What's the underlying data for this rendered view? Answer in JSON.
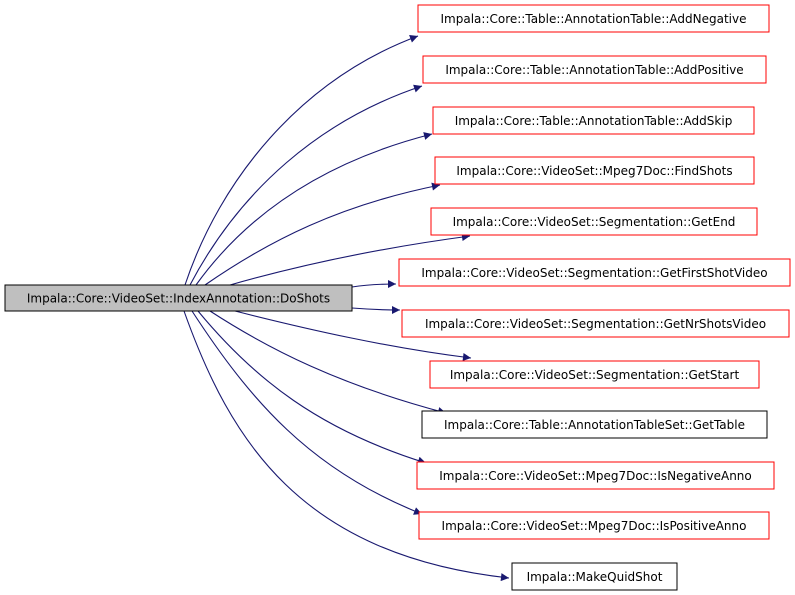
{
  "diagram": {
    "edge_color": "#191970",
    "root": {
      "label": "Impala::Core::VideoSet::IndexAnnotation::DoShots",
      "fill": "#bfbfbf",
      "border": "#000000"
    },
    "callees": [
      {
        "label": "Impala::Core::Table::AnnotationTable::AddNegative",
        "border": "#ff0000"
      },
      {
        "label": "Impala::Core::Table::AnnotationTable::AddPositive",
        "border": "#ff0000"
      },
      {
        "label": "Impala::Core::Table::AnnotationTable::AddSkip",
        "border": "#ff0000"
      },
      {
        "label": "Impala::Core::VideoSet::Mpeg7Doc::FindShots",
        "border": "#ff0000"
      },
      {
        "label": "Impala::Core::VideoSet::Segmentation::GetEnd",
        "border": "#ff0000"
      },
      {
        "label": "Impala::Core::VideoSet::Segmentation::GetFirstShotVideo",
        "border": "#ff0000"
      },
      {
        "label": "Impala::Core::VideoSet::Segmentation::GetNrShotsVideo",
        "border": "#ff0000"
      },
      {
        "label": "Impala::Core::VideoSet::Segmentation::GetStart",
        "border": "#ff0000"
      },
      {
        "label": "Impala::Core::Table::AnnotationTableSet::GetTable",
        "border": "#000000"
      },
      {
        "label": "Impala::Core::VideoSet::Mpeg7Doc::IsNegativeAnno",
        "border": "#ff0000"
      },
      {
        "label": "Impala::Core::VideoSet::Mpeg7Doc::IsPositiveAnno",
        "border": "#ff0000"
      },
      {
        "label": "Impala::MakeQuidShot",
        "border": "#000000"
      }
    ]
  }
}
